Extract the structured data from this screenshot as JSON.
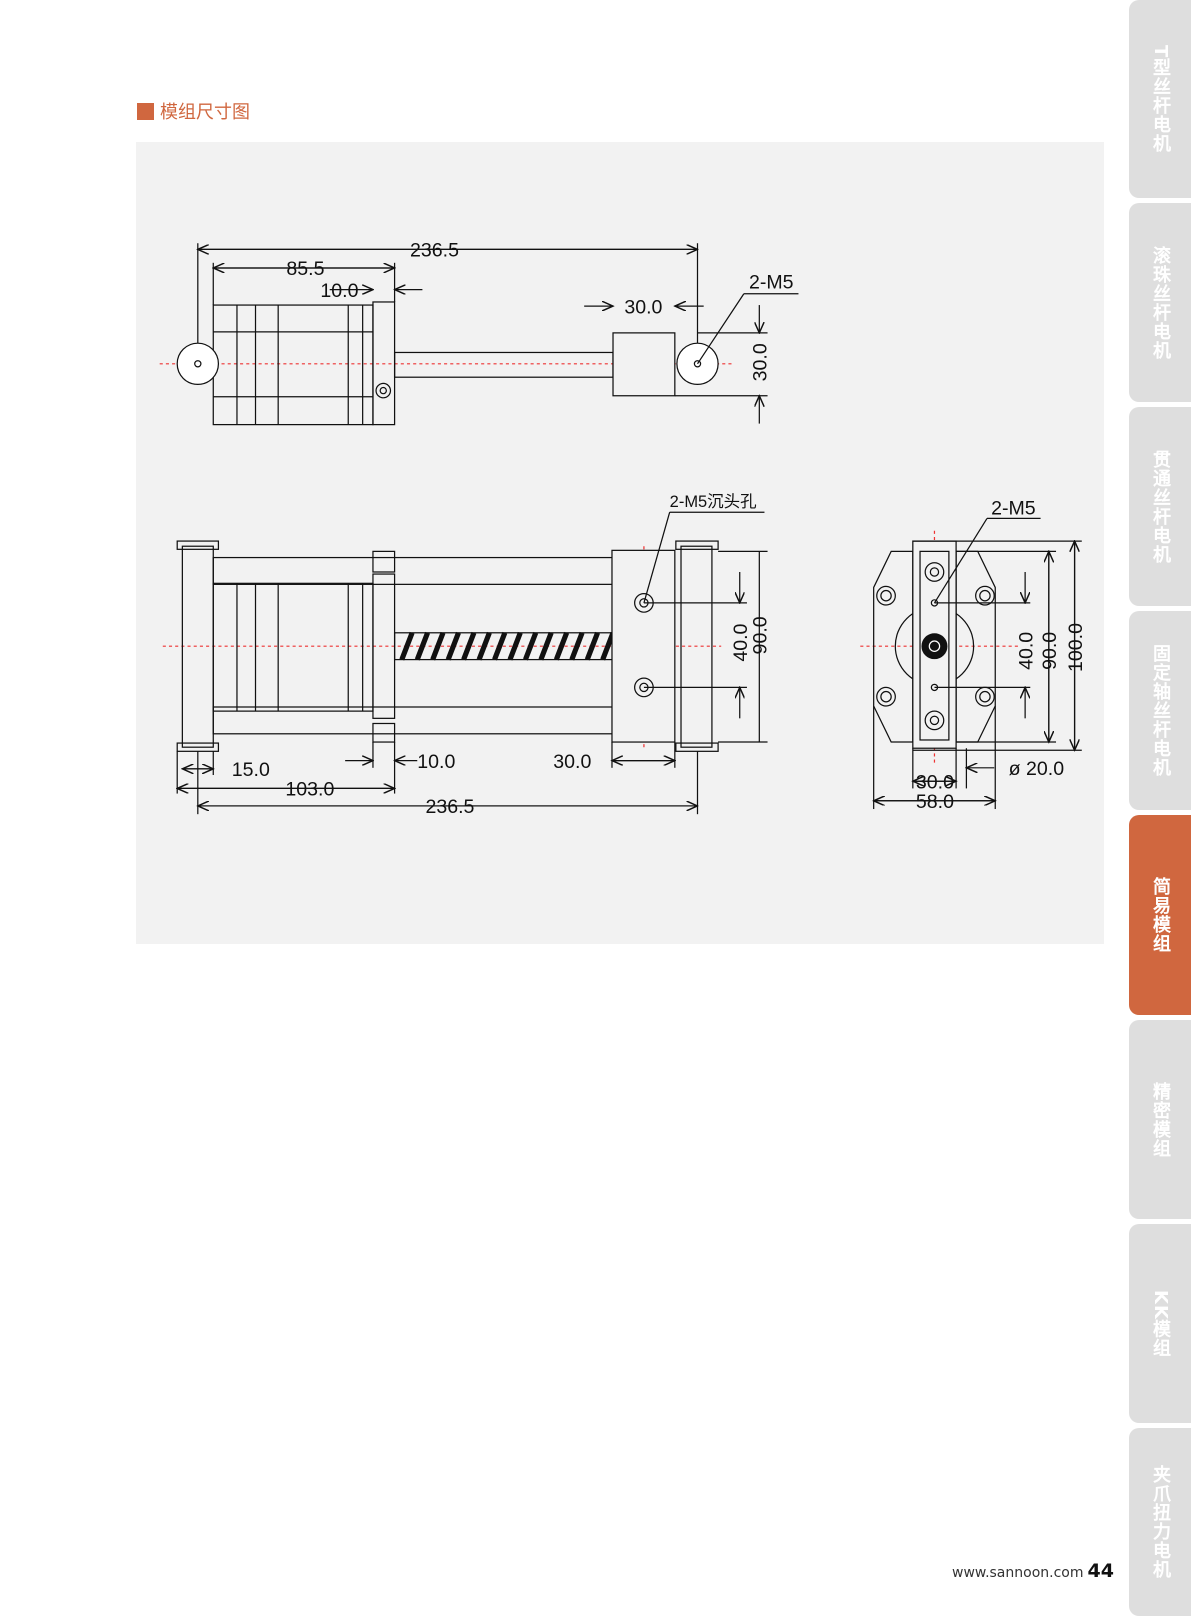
{
  "section_title": "模组尺寸图",
  "colors": {
    "accent": "#d0673f",
    "panel": "#f2f2f2",
    "tab": "#dedede"
  },
  "tabs": [
    {
      "label": "T型丝杆电机",
      "active": false
    },
    {
      "label": "滚珠丝杆电机",
      "active": false
    },
    {
      "label": "贯通丝杆电机",
      "active": false
    },
    {
      "label": "固定轴丝杆电机",
      "active": false
    },
    {
      "label": "简易模组",
      "active": true
    },
    {
      "label": "精密模组",
      "active": false
    },
    {
      "label": "KK模组",
      "active": false
    },
    {
      "label": "夹爪扭力电机",
      "active": false
    }
  ],
  "drawing": {
    "top_view": {
      "overall": "236.5",
      "motor": "85.5",
      "flange": "10.0",
      "slider_width": "30.0",
      "slider_height": "30.0",
      "hole_label": "2-M5"
    },
    "front_view": {
      "hole_label": "2-M5沉头孔",
      "hole_spacing": "40.0",
      "height": "90.0",
      "end_plate": "15.0",
      "motor_len": "103.0",
      "flange": "10.0",
      "slider": "30.0",
      "overall": "236.5"
    },
    "side_view": {
      "hole_label": "2-M5",
      "hole_spacing": "40.0",
      "inner_height": "90.0",
      "height": "100.0",
      "slider_width": "30.0",
      "diameter": "ø 20.0",
      "width": "58.0"
    }
  },
  "footer": {
    "website": "www.sannoon.com",
    "page": "44"
  }
}
